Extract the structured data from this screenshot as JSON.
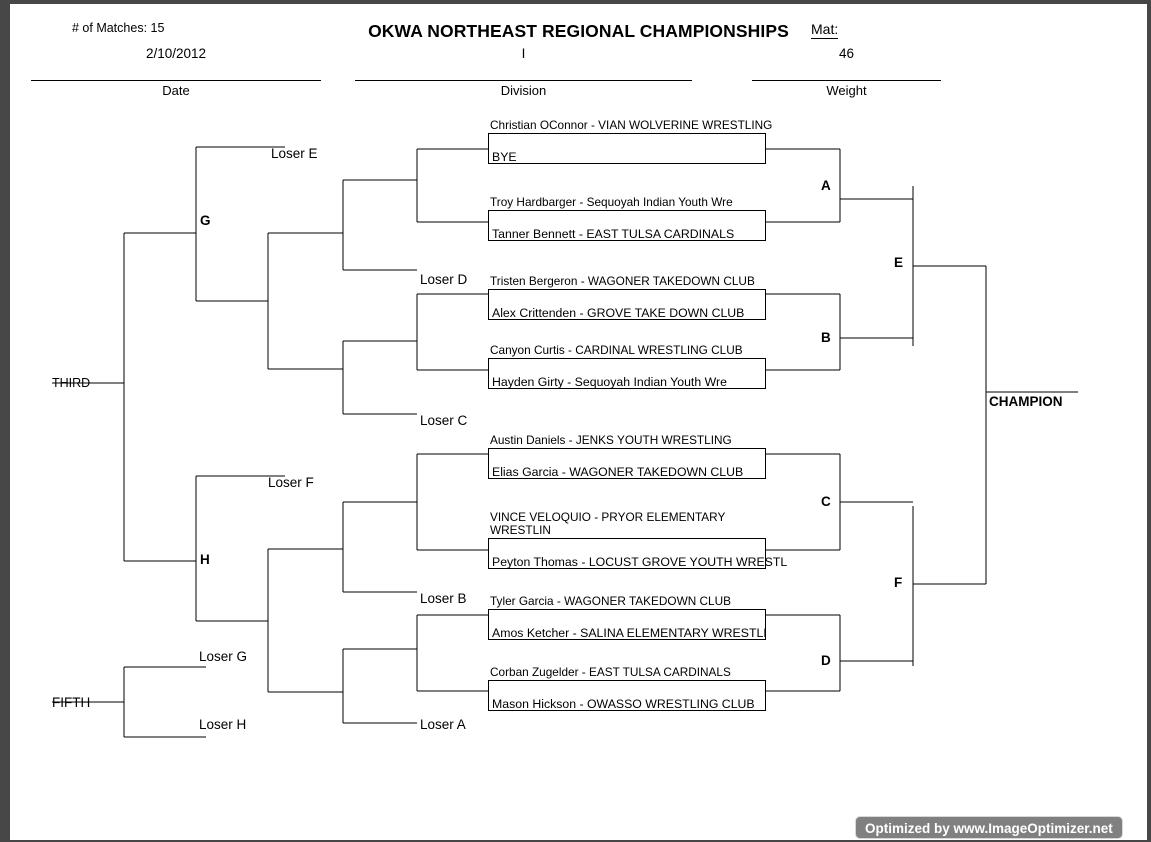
{
  "header": {
    "matches_label": "# of Matches: 15",
    "title": "OKWA NORTHEAST REGIONAL CHAMPIONSHIPS",
    "mat_label": "Mat:",
    "mat_value": "",
    "fields": [
      {
        "value": "2/10/2012",
        "caption": "Date"
      },
      {
        "value": "I",
        "caption": "Division"
      },
      {
        "value": "46",
        "caption": "Weight"
      }
    ]
  },
  "bracket": {
    "matches": [
      {
        "id": "match-1",
        "top": "Christian OConnor - VIAN WOLVERINE WRESTLING",
        "bottom": "BYE",
        "wrap": false
      },
      {
        "id": "match-2",
        "top": "Troy Hardbarger - Sequoyah Indian Youth Wre",
        "bottom": "Tanner Bennett - EAST TULSA CARDINALS",
        "wrap": false
      },
      {
        "id": "match-3",
        "top": "Tristen Bergeron - WAGONER TAKEDOWN CLUB",
        "bottom": "Alex Crittenden - GROVE TAKE DOWN CLUB",
        "wrap": false
      },
      {
        "id": "match-4",
        "top": "Canyon Curtis - CARDINAL WRESTLING CLUB",
        "bottom": "Hayden Girty - Sequoyah Indian Youth Wre",
        "wrap": false
      },
      {
        "id": "match-5",
        "top": "Austin Daniels - JENKS YOUTH WRESTLING",
        "bottom": "Elias Garcia - WAGONER TAKEDOWN CLUB",
        "wrap": false
      },
      {
        "id": "match-6",
        "top": "VINCE VELOQUIO - PRYOR ELEMENTARY WRESTLIN",
        "bottom": "Peyton Thomas - LOCUST GROVE YOUTH WRESTL",
        "wrap": true
      },
      {
        "id": "match-7",
        "top": "Tyler Garcia - WAGONER TAKEDOWN CLUB",
        "bottom": "Amos Ketcher - SALINA ELEMENTARY WRESTLI",
        "wrap": false
      },
      {
        "id": "match-8",
        "top": "Corban Zugelder - EAST TULSA CARDINALS",
        "bottom": "Mason Hickson - OWASSO WRESTLING CLUB",
        "wrap": false
      }
    ],
    "nodes": {
      "a": "A",
      "b": "B",
      "c": "C",
      "d": "D",
      "e": "E",
      "f": "F",
      "g": "G",
      "h": "H"
    },
    "losers": {
      "a": "Loser A",
      "b": "Loser B",
      "c": "Loser C",
      "d": "Loser D",
      "e": "Loser E",
      "f": "Loser F",
      "g": "Loser G",
      "h": "Loser H"
    },
    "placements": {
      "champion": "CHAMPION",
      "third": "THIRD",
      "fifth": "FIFTH"
    }
  },
  "watermark": "Optimized by www.ImageOptimizer.net"
}
